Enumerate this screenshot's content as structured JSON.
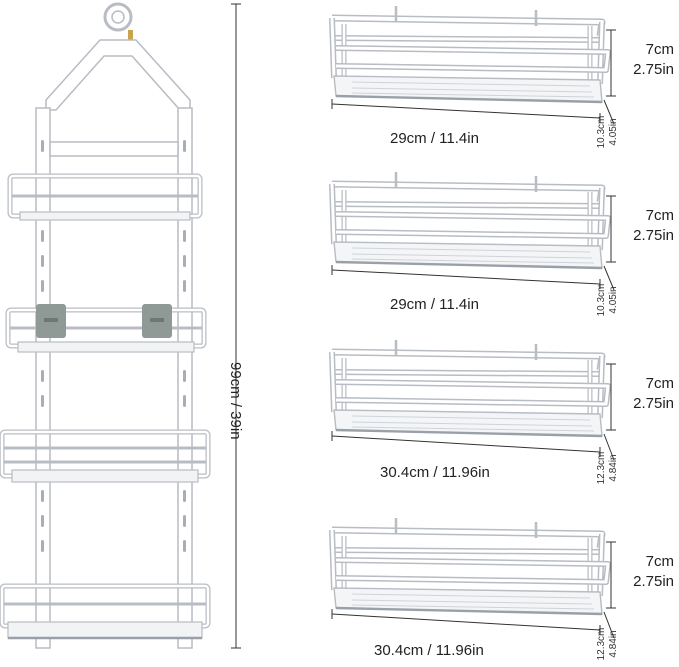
{
  "caddy": {
    "height_label": "99cm / 39in"
  },
  "baskets": [
    {
      "width": "29cm / 11.4in",
      "height_cm": "7cm",
      "height_in": "2.75in",
      "depth_cm": "10.3cm",
      "depth_in": "4.05in"
    },
    {
      "width": "29cm / 11.4in",
      "height_cm": "7cm",
      "height_in": "2.75in",
      "depth_cm": "10.3cm",
      "depth_in": "4.05in"
    },
    {
      "width": "30.4cm / 11.96in",
      "height_cm": "7cm",
      "height_in": "2.75in",
      "depth_cm": "12.3cm",
      "depth_in": "4.84in"
    },
    {
      "width": "30.4cm / 11.96in",
      "height_cm": "7cm",
      "height_in": "2.75in",
      "depth_cm": "12.3cm",
      "depth_in": "4.84in"
    }
  ],
  "colors": {
    "metal": "#ffffff",
    "outline": "#b8bcc3",
    "hooks": "#8f9a97",
    "dimension_line": "#333333"
  }
}
